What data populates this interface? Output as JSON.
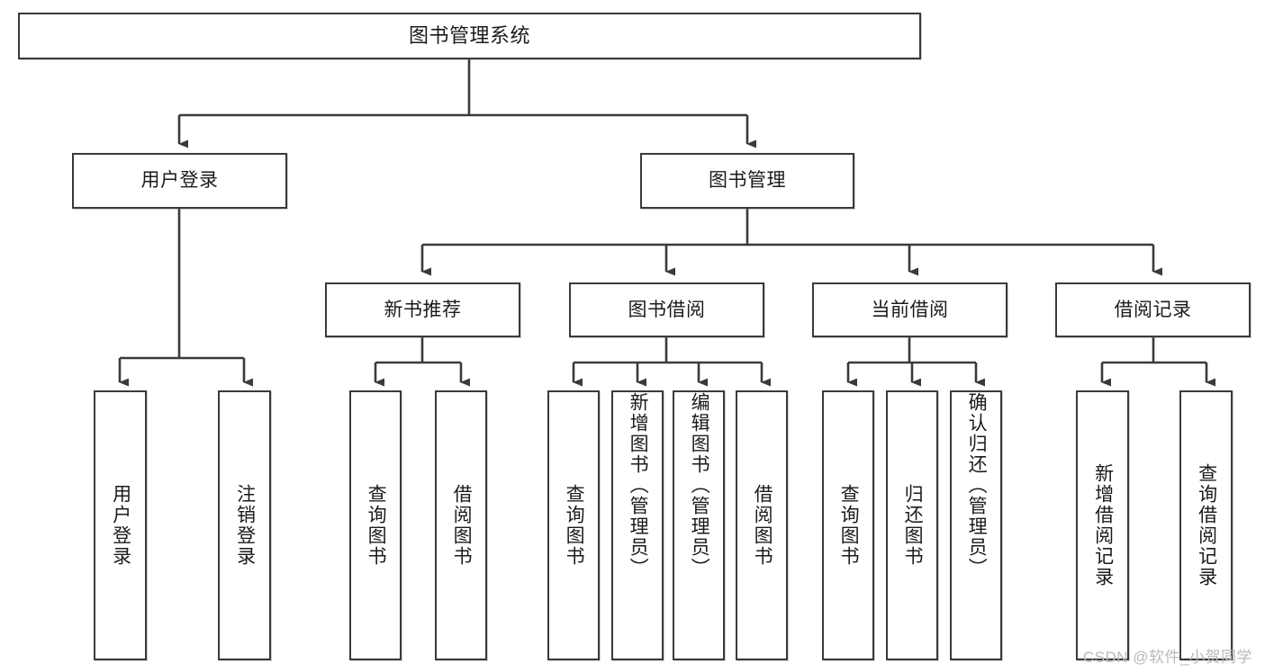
{
  "diagram": {
    "title": "图书管理系统",
    "watermark": "CSDN @软件_小贺同学",
    "type": "tree",
    "line_color": "#3a3a3a",
    "box_border_color": "#3a3a3a",
    "box_fill_color": "#ffffff",
    "text_color": "#1b1b1b",
    "watermark_color": "#b9b9b9"
  },
  "nodes": {
    "root": {
      "label": "图书管理系统"
    },
    "level2": [
      {
        "label": "用户登录"
      },
      {
        "label": "图书管理"
      }
    ],
    "level3": [
      {
        "label": "新书推荐"
      },
      {
        "label": "图书借阅"
      },
      {
        "label": "当前借阅"
      },
      {
        "label": "借阅记录"
      }
    ],
    "leaves": {
      "user_login": [
        {
          "label": "用户登录"
        },
        {
          "label": "注销登录"
        }
      ],
      "new_book_recommend": [
        {
          "label": "查询图书"
        },
        {
          "label": "借阅图书"
        }
      ],
      "book_borrow": [
        {
          "label": "查询图书"
        },
        {
          "label": "新增图书（管理员）"
        },
        {
          "label": "编辑图书（管理员）"
        },
        {
          "label": "借阅图书"
        }
      ],
      "current_borrow": [
        {
          "label": "查询图书"
        },
        {
          "label": "归还图书"
        },
        {
          "label": "确认归还（管理员）"
        }
      ],
      "borrow_record": [
        {
          "label": "新增借阅记录"
        },
        {
          "label": "查询借阅记录"
        }
      ]
    }
  }
}
